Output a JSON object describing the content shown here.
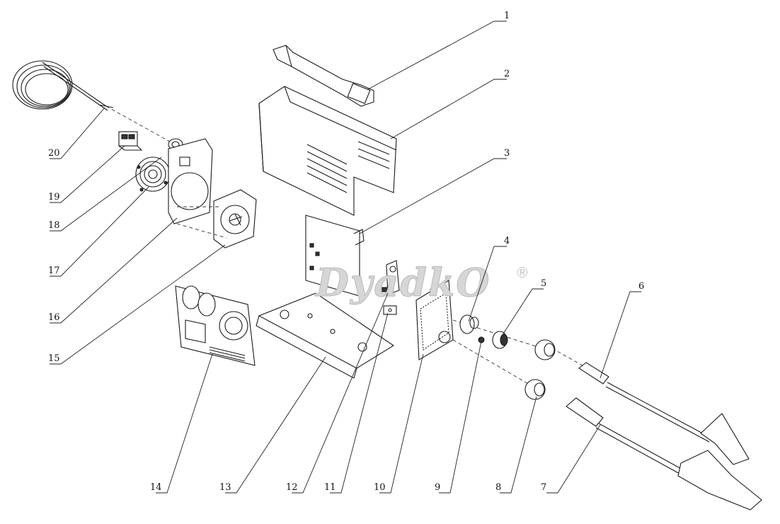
{
  "watermark": {
    "brand": "DyadkO",
    "mark": "®"
  },
  "parts": [
    {
      "label": "1"
    },
    {
      "label": "2"
    },
    {
      "label": "3"
    },
    {
      "label": "4"
    },
    {
      "label": "5"
    },
    {
      "label": "6"
    },
    {
      "label": "7"
    },
    {
      "label": "8"
    },
    {
      "label": "9"
    },
    {
      "label": "10"
    },
    {
      "label": "11"
    },
    {
      "label": "12"
    },
    {
      "label": "13"
    },
    {
      "label": "14"
    },
    {
      "label": "15"
    },
    {
      "label": "16"
    },
    {
      "label": "17"
    },
    {
      "label": "18"
    },
    {
      "label": "19"
    },
    {
      "label": "20"
    }
  ]
}
